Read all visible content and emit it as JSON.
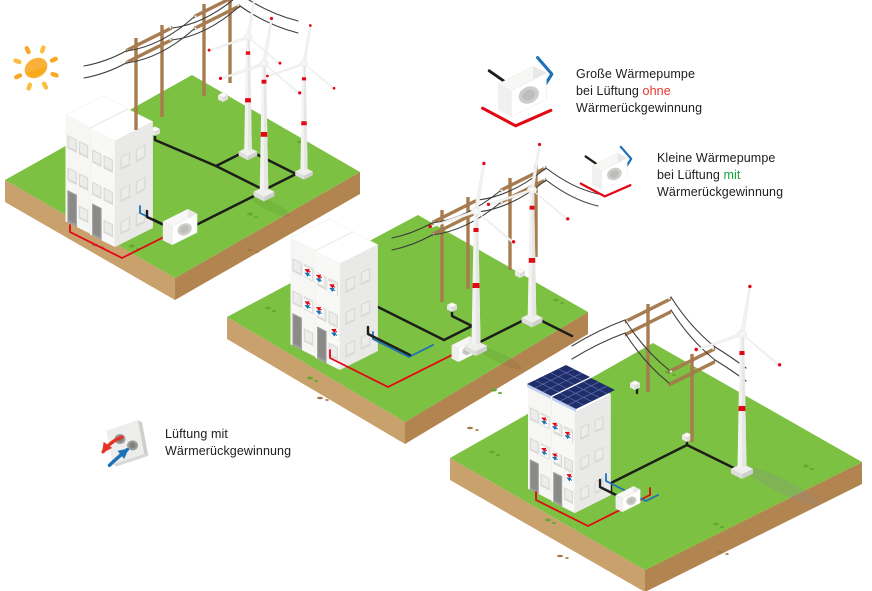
{
  "colors": {
    "background": "#FFFFFF",
    "grass": "#7CC142",
    "soil_light": "#C9A16D",
    "soil_dark": "#B2844F",
    "pipe_red": "#E30613",
    "pipe_blue": "#1D71B8",
    "cable_black": "#1D1D1B",
    "wire_gray": "#3C3C3B",
    "pole_brown": "#A87C4F",
    "turbine_red": "#E30613",
    "solar_navy": "#1F2D69",
    "sun_orange": "#F9B13B",
    "text_dark": "#1D1D1B",
    "keyword_red": "#E5332A",
    "keyword_green": "#13A538"
  },
  "icons": {
    "sun": "sun-icon",
    "heat_pump": "heat-pump-icon",
    "ventilation_unit": "ventilation-unit-icon",
    "wind_turbine": "wind-turbine-icon",
    "power_pole": "power-pole-icon",
    "solar_panel": "solar-panel-icon",
    "junction_box": "junction-box-icon"
  },
  "legends": {
    "large_heat_pump": {
      "line1": "Große Wärmepumpe",
      "line2_prefix": "bei Lüftung ",
      "line2_keyword": "ohne",
      "line3": "Wärmerückgewinnung"
    },
    "small_heat_pump": {
      "line1": "Kleine Wärmepumpe",
      "line2_prefix": "bei Lüftung ",
      "line2_keyword": "mit",
      "line3": "Wärmerückgewinnung"
    },
    "ventilation": {
      "line1": "Lüftung mit",
      "line2": "Wärmerückgewinnung"
    }
  }
}
